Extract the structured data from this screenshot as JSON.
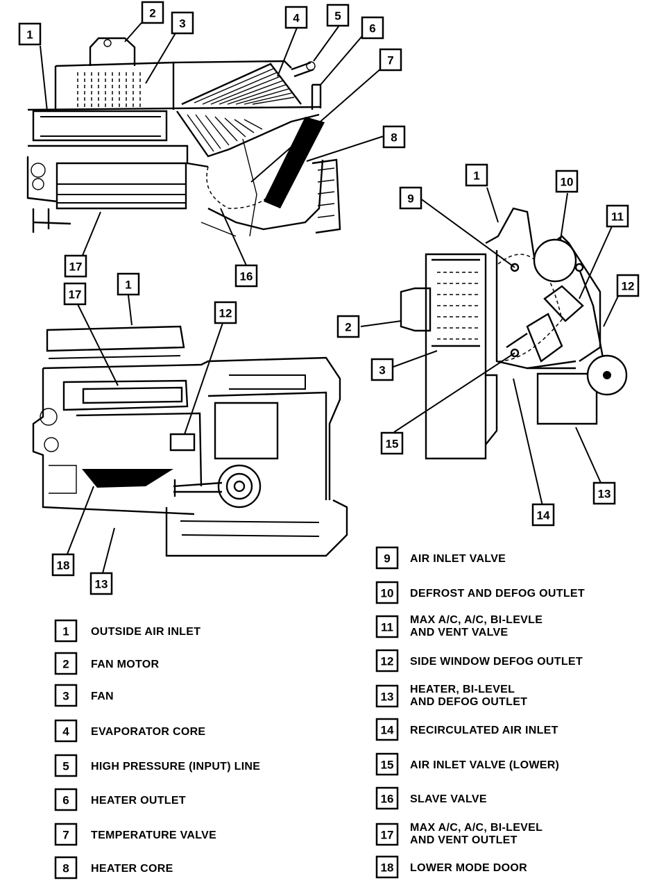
{
  "callouts": {
    "top_view": [
      "1",
      "2",
      "3",
      "4",
      "5",
      "6",
      "7",
      "8",
      "17",
      "16"
    ],
    "right_view": [
      "1",
      "10",
      "9",
      "11",
      "12",
      "2",
      "3",
      "15",
      "14",
      "13"
    ],
    "lower_view": [
      "17",
      "1",
      "12",
      "18",
      "13"
    ]
  },
  "legend": {
    "left": [
      {
        "num": "1",
        "lines": [
          "OUTSIDE AIR INLET"
        ]
      },
      {
        "num": "2",
        "lines": [
          "FAN MOTOR"
        ]
      },
      {
        "num": "3",
        "lines": [
          "FAN"
        ]
      },
      {
        "num": "4",
        "lines": [
          "EVAPORATOR CORE"
        ]
      },
      {
        "num": "5",
        "lines": [
          "HIGH PRESSURE  (INPUT)  LINE"
        ]
      },
      {
        "num": "6",
        "lines": [
          "HEATER OUTLET"
        ]
      },
      {
        "num": "7",
        "lines": [
          "TEMPERATURE VALVE"
        ]
      },
      {
        "num": "8",
        "lines": [
          "HEATER  CORE"
        ]
      }
    ],
    "right": [
      {
        "num": "9",
        "lines": [
          "AIR INLET VALVE"
        ]
      },
      {
        "num": "10",
        "lines": [
          "DEFROST AND DEFOG OUTLET"
        ]
      },
      {
        "num": "11",
        "lines": [
          "MAX A/C, A/C, BI-LEVLE",
          "AND VENT VALVE"
        ]
      },
      {
        "num": "12",
        "lines": [
          "SIDE WINDOW DEFOG OUTLET"
        ]
      },
      {
        "num": "13",
        "lines": [
          "HEATER, BI-LEVEL",
          "AND DEFOG OUTLET"
        ]
      },
      {
        "num": "14",
        "lines": [
          "RECIRCULATED AIR INLET"
        ]
      },
      {
        "num": "15",
        "lines": [
          "AIR INLET VALVE (LOWER)"
        ]
      },
      {
        "num": "16",
        "lines": [
          "SLAVE VALVE"
        ]
      },
      {
        "num": "17",
        "lines": [
          "MAX A/C, A/C, BI-LEVEL",
          "AND VENT OUTLET"
        ]
      },
      {
        "num": "18",
        "lines": [
          "LOWER MODE DOOR"
        ]
      }
    ]
  }
}
